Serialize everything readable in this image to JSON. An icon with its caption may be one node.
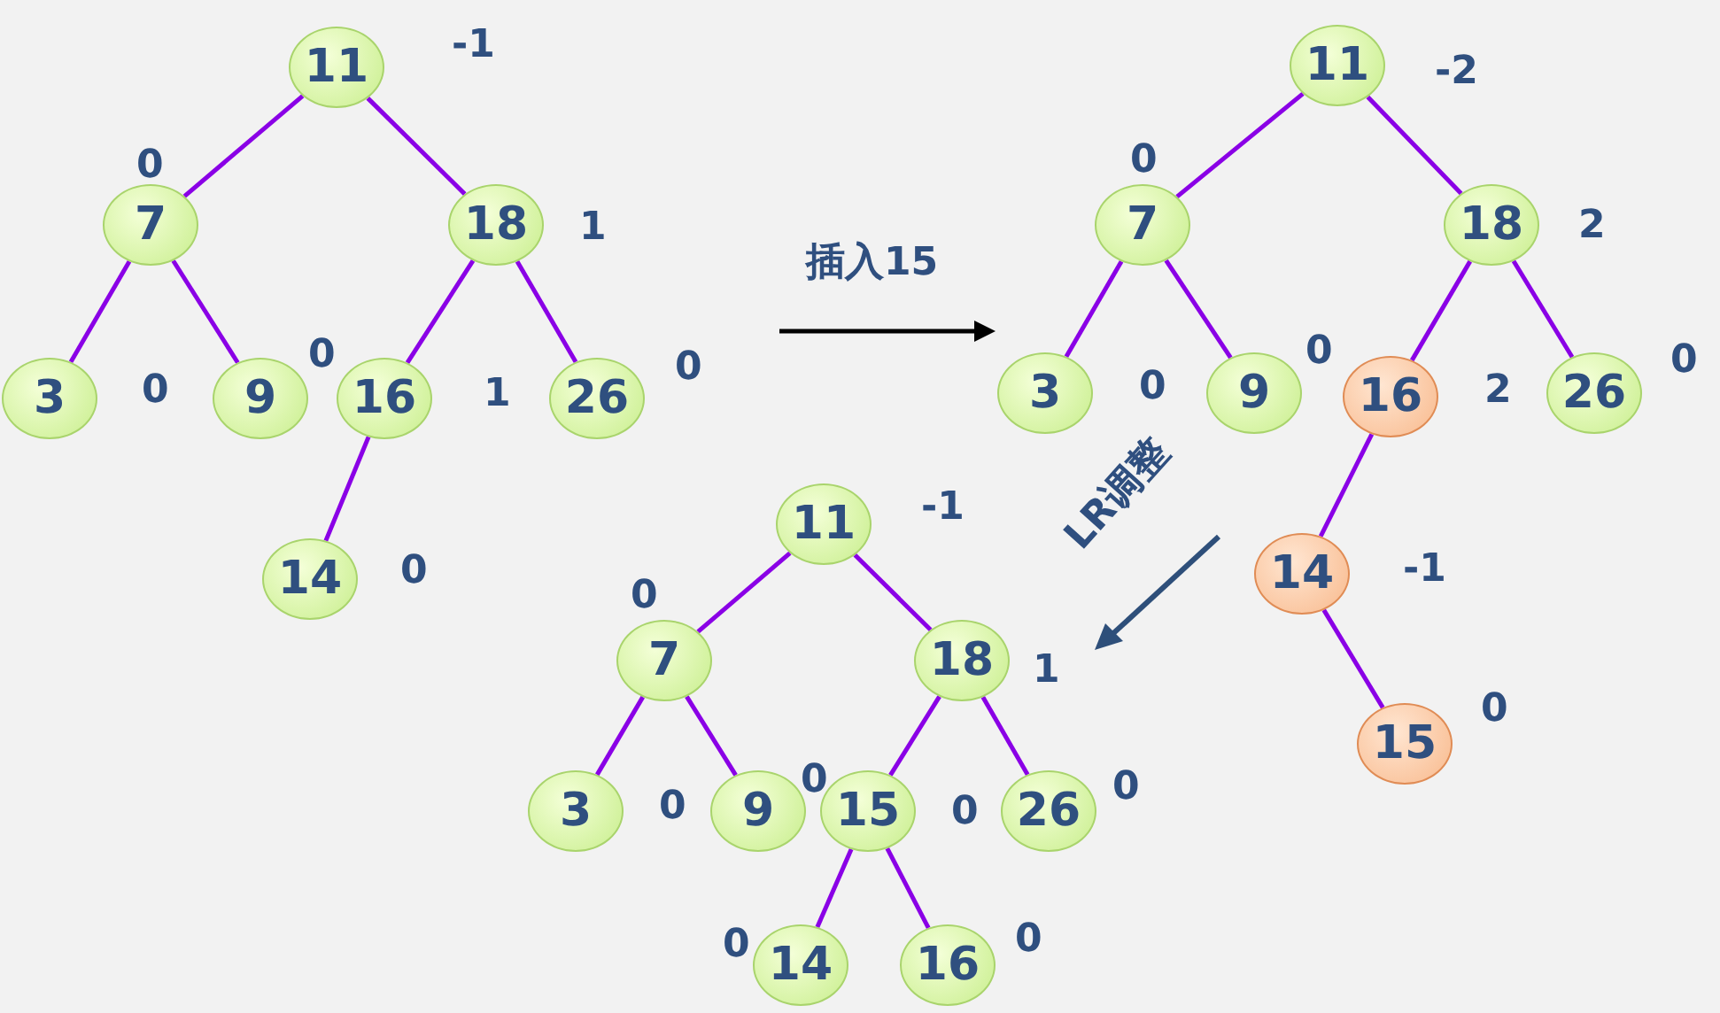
{
  "diagram": {
    "nodes": [
      {
        "text": [
          "11"
        ],
        "beside": [
          "-1"
        ]
      },
      {
        "text": [
          "7"
        ],
        "beside": [
          "0"
        ]
      },
      {
        "text": [
          "18"
        ],
        "beside": [
          "1"
        ]
      },
      {
        "text": [
          "3"
        ],
        "beside": [
          "0"
        ]
      },
      {
        "text": [
          "9"
        ],
        "beside": [
          "0"
        ]
      },
      {
        "text": [
          "16"
        ],
        "beside": [
          "1"
        ]
      },
      {
        "text": [
          "26"
        ],
        "beside": [
          "0"
        ]
      },
      {
        "text": [
          "14"
        ],
        "beside": [
          "0"
        ]
      },
      {
        "text": [
          "11"
        ],
        "beside": [
          "-2"
        ]
      },
      {
        "text": [
          "7"
        ],
        "beside": [
          "0"
        ]
      },
      {
        "text": [
          "18"
        ],
        "beside": [
          "2"
        ]
      },
      {
        "text": [
          "3"
        ],
        "beside": [
          "0"
        ]
      },
      {
        "text": [
          "9"
        ],
        "beside": [
          "0"
        ]
      },
      {
        "text": [
          "16"
        ],
        "beside": [
          "2"
        ]
      },
      {
        "text": [
          "26"
        ],
        "beside": [
          "0"
        ]
      },
      {
        "text": [
          "14"
        ],
        "beside": [
          "-1"
        ]
      },
      {
        "text": [
          "15"
        ],
        "beside": [
          "0"
        ]
      },
      {
        "text": [
          "11"
        ],
        "beside": [
          "-1"
        ]
      },
      {
        "text": [
          "7"
        ],
        "beside": [
          "0"
        ]
      },
      {
        "text": [
          "18"
        ],
        "beside": [
          "1"
        ]
      },
      {
        "text": [
          "3"
        ],
        "beside": [
          "0"
        ]
      },
      {
        "text": [
          "9"
        ],
        "beside": [
          "0"
        ]
      },
      {
        "text": [
          "15"
        ],
        "beside": [
          "0"
        ]
      },
      {
        "text": [
          "26"
        ],
        "beside": [
          "0"
        ]
      },
      {
        "text": [
          "14"
        ],
        "beside": [
          "0"
        ]
      },
      {
        "text": [
          "16"
        ],
        "beside": [
          "0"
        ]
      }
    ],
    "edges": [
      {
        "from": 0,
        "to": 1,
        "arrow": "none"
      },
      {
        "from": 0,
        "to": 2,
        "arrow": "none"
      },
      {
        "from": 1,
        "to": 3,
        "arrow": "none"
      },
      {
        "from": 1,
        "to": 4,
        "arrow": "none"
      },
      {
        "from": 2,
        "to": 5,
        "arrow": "none"
      },
      {
        "from": 2,
        "to": 6,
        "arrow": "none"
      },
      {
        "from": 5,
        "to": 7,
        "arrow": "none"
      },
      {
        "from": 8,
        "to": 9,
        "arrow": "none"
      },
      {
        "from": 8,
        "to": 10,
        "arrow": "none"
      },
      {
        "from": 9,
        "to": 11,
        "arrow": "none"
      },
      {
        "from": 9,
        "to": 12,
        "arrow": "none"
      },
      {
        "from": 10,
        "to": 13,
        "arrow": "none"
      },
      {
        "from": 10,
        "to": 14,
        "arrow": "none"
      },
      {
        "from": 13,
        "to": 15,
        "arrow": "none"
      },
      {
        "from": 15,
        "to": 16,
        "arrow": "none"
      },
      {
        "from": 17,
        "to": 18,
        "arrow": "none"
      },
      {
        "from": 17,
        "to": 19,
        "arrow": "none"
      },
      {
        "from": 18,
        "to": 20,
        "arrow": "none"
      },
      {
        "from": 18,
        "to": 21,
        "arrow": "none"
      },
      {
        "from": 19,
        "to": 22,
        "arrow": "none"
      },
      {
        "from": 19,
        "to": 23,
        "arrow": "none"
      },
      {
        "from": 22,
        "to": 24,
        "arrow": "none"
      },
      {
        "from": 22,
        "to": 25,
        "arrow": "none"
      }
    ],
    "labels": [
      "插入15",
      "LR调整"
    ]
  }
}
